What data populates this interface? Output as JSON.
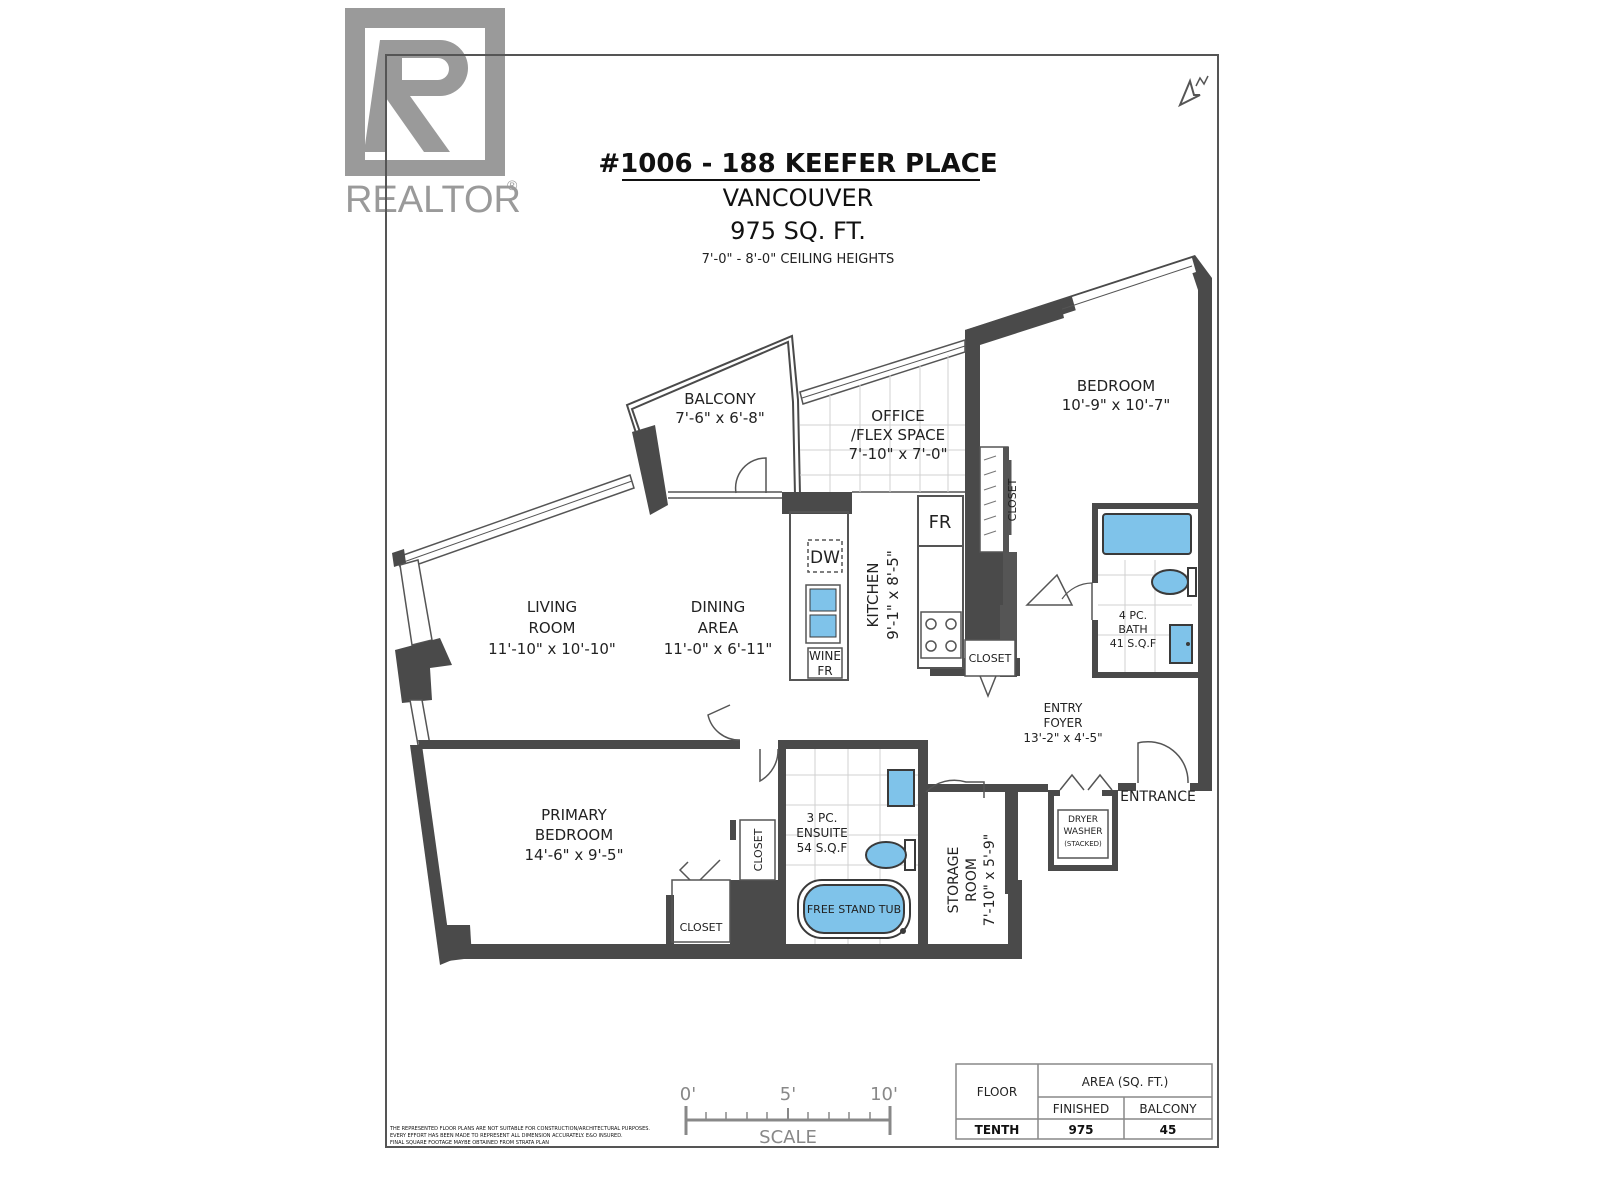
{
  "logo": {
    "text": "REALTOR",
    "mark": "®"
  },
  "header": {
    "address": "#1006 - 188 KEEFER PLACE",
    "city": "VANCOUVER",
    "area": "975 SQ. FT.",
    "ceiling": "7'-0\" - 8'-0\" CEILING HEIGHTS"
  },
  "rooms": {
    "balcony": {
      "name": "BALCONY",
      "dims": "7'-6\" x 6'-8\""
    },
    "office": {
      "name": "OFFICE",
      "name2": "/FLEX SPACE",
      "dims": "7'-10\" x 7'-0\""
    },
    "bedroom": {
      "name": "BEDROOM",
      "dims": "10'-9\" x 10'-7\""
    },
    "living": {
      "name": "LIVING",
      "name2": "ROOM",
      "dims": "11'-10\" x 10'-10\""
    },
    "dining": {
      "name": "DINING",
      "name2": "AREA",
      "dims": "11'-0\" x 6'-11\""
    },
    "kitchen": {
      "name": "KITCHEN",
      "dims": "9'-1\" x 8'-5\""
    },
    "bath": {
      "name": "4 PC.",
      "name2": "BATH",
      "dims": "41 S.Q.F"
    },
    "foyer": {
      "name": "ENTRY",
      "name2": "FOYER",
      "dims": "13'-2\" x 4'-5\""
    },
    "primary": {
      "name": "PRIMARY",
      "name2": "BEDROOM",
      "dims": "14'-6\" x 9'-5\""
    },
    "ensuite": {
      "name": "3 PC.",
      "name2": "ENSUITE",
      "dims": "54 S.Q.F"
    },
    "storage": {
      "name": "STORAGE",
      "name2": "ROOM",
      "dims": "7'-10\" x 5'-9\""
    }
  },
  "fixtures": {
    "fr": "FR",
    "dw": "DW",
    "wine1": "WINE",
    "wine2": "FR",
    "closet": "CLOSET",
    "tub": "FREE STAND TUB",
    "dryer": "DRYER",
    "washer": "WASHER",
    "stacked": "(STACKED)",
    "entrance": "ENTRANCE"
  },
  "scale": {
    "tick0": "0'",
    "tick5": "5'",
    "tick10": "10'",
    "label": "SCALE"
  },
  "area_table": {
    "floor_header": "FLOOR",
    "area_header": "AREA (SQ. FT.)",
    "finished_header": "FINISHED",
    "balcony_header": "BALCONY",
    "floor": "TENTH",
    "finished": "975",
    "balcony": "45"
  },
  "disclaimer": {
    "line1": "THE REPRESENTED FLOOR PLANS ARE NOT SUITABLE FOR CONSTRUCTION/ARCHITECTURAL PURPOSES.",
    "line2": "EVERY EFFORT HAS BEEN MADE TO REPRESENT ALL DIMENSION ACCURATELY. E&O INSURED.",
    "line3": "FINAL SQUARE FOOTAGE MAYBE OBTAINED FROM STRATA PLAN"
  },
  "colors": {
    "wall": "#4a4a4a",
    "fixture": "#7fc3ea",
    "logo": "#9a9a9a"
  }
}
